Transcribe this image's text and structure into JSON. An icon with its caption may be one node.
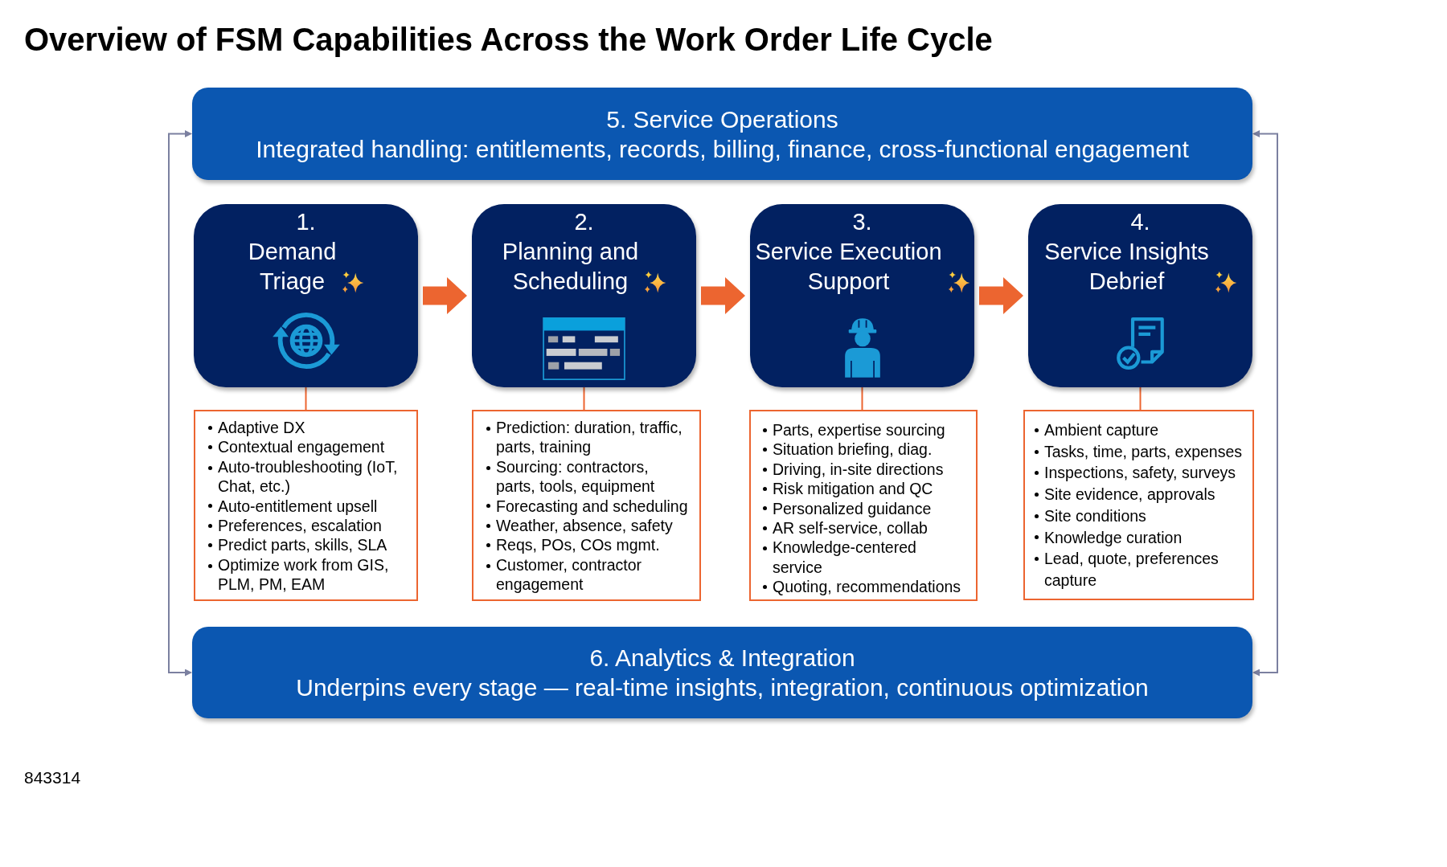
{
  "diagram": {
    "title": "Overview of FSM Capabilities Across the Work Order Life Cycle",
    "nodes": [
      {
        "text": [
          "5. Service Operations",
          "Integrated handling: entitlements, records, billing, finance, cross-functional engagement"
        ]
      },
      {
        "text": [
          "1.",
          "Demand Triage"
        ]
      },
      {
        "text": [
          "2.",
          "Planning and Scheduling"
        ]
      },
      {
        "text": [
          "3.",
          "Service Execution Support"
        ]
      },
      {
        "text": [
          "4.",
          "Service Insights Debrief"
        ]
      },
      {
        "text": [
          "Adaptive DX",
          "Contextual engagement",
          "Auto-troubleshooting (IoT, Chat, etc.)",
          "Auto-entitlement upsell",
          "Preferences, escalation",
          "Predict parts, skills, SLA",
          "Optimize work from GIS, PLM, PM, EAM"
        ]
      },
      {
        "text": [
          "Prediction: duration, traffic, parts, training",
          "Sourcing: contractors, parts, tools, equipment",
          "Forecasting and scheduling",
          "Weather, absence, safety",
          "Reqs, POs, COs mgmt.",
          "Customer, contractor engagement"
        ]
      },
      {
        "text": [
          "Parts, expertise sourcing",
          "Situation briefing, diag.",
          "Driving, in-site directions",
          "Risk mitigation and QC",
          "Personalized guidance",
          "AR self-service, collab",
          "Knowledge-centered service",
          "Quoting, recommendations"
        ]
      },
      {
        "text": [
          "Ambient capture",
          "Tasks, time, parts, expenses",
          "Inspections, safety, surveys",
          "Site evidence, approvals",
          "Site conditions",
          "Knowledge curation",
          "Lead, quote, preferences capture"
        ]
      },
      {
        "text": [
          "6. Analytics & Integration",
          "Underpins every stage — real-time insights, integration, continuous optimization"
        ]
      }
    ],
    "edges": [
      {
        "from": 0,
        "to": 9,
        "arrow": "both",
        "color": "#7b80a0"
      },
      {
        "from": 0,
        "to": 9,
        "arrow": "both",
        "color": "#7b80a0"
      },
      {
        "from": 1,
        "to": 2,
        "arrow": "to",
        "style": "thick"
      },
      {
        "from": 2,
        "to": 3,
        "arrow": "to",
        "style": "thick"
      },
      {
        "from": 3,
        "to": 4,
        "arrow": "to",
        "style": "thick"
      },
      {
        "from": 1,
        "to": 5,
        "arrow": "none"
      },
      {
        "from": 2,
        "to": 6,
        "arrow": "none"
      },
      {
        "from": 3,
        "to": 7,
        "arrow": "none"
      },
      {
        "from": 4,
        "to": 8,
        "arrow": "none"
      }
    ],
    "labels": [
      "843314"
    ]
  }
}
